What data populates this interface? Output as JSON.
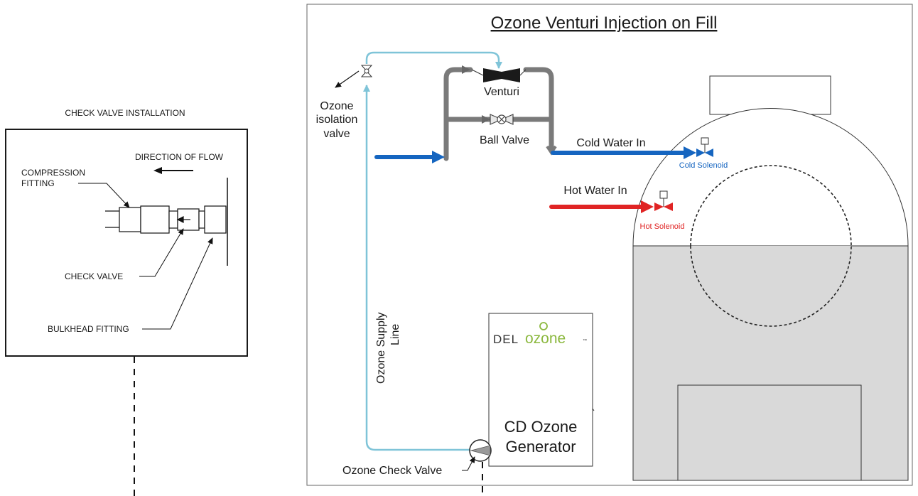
{
  "left_panel": {
    "heading": "CHECK VALVE INSTALLATION",
    "direction_label": "DIRECTION OF FLOW",
    "compression_line1": "COMPRESSION",
    "compression_line2": "FITTING",
    "check_valve_label": "CHECK VALVE",
    "bulkhead_label": "BULKHEAD FITTING"
  },
  "diagram": {
    "title": "Ozone Venturi Injection on Fill",
    "venturi_label": "Venturi",
    "ball_valve_label": "Ball Valve",
    "cold_water_label": "Cold Water In",
    "hot_water_label": "Hot Water In",
    "cold_solenoid_label": "Cold Solenoid",
    "hot_solenoid_label": "Hot Solenoid",
    "isolation_line1": "Ozone",
    "isolation_line2": "isolation",
    "isolation_line3": "valve",
    "supply_line1": "Ozone Supply",
    "supply_line2": "Line",
    "check_valve_label": "Ozone Check Valve",
    "generator_line1": "CD Ozone",
    "generator_line2": "Generator",
    "logo_del": "DEL",
    "logo_ozone": "ozone",
    "logo_tm": "™"
  },
  "colors": {
    "cold": "#1565c0",
    "hot": "#e02424",
    "ozone_line": "#7fc4d8",
    "pipe_gray": "#7a7a7a",
    "tank_fill": "#d9d9d9",
    "logo_green": "#8bb83e"
  }
}
